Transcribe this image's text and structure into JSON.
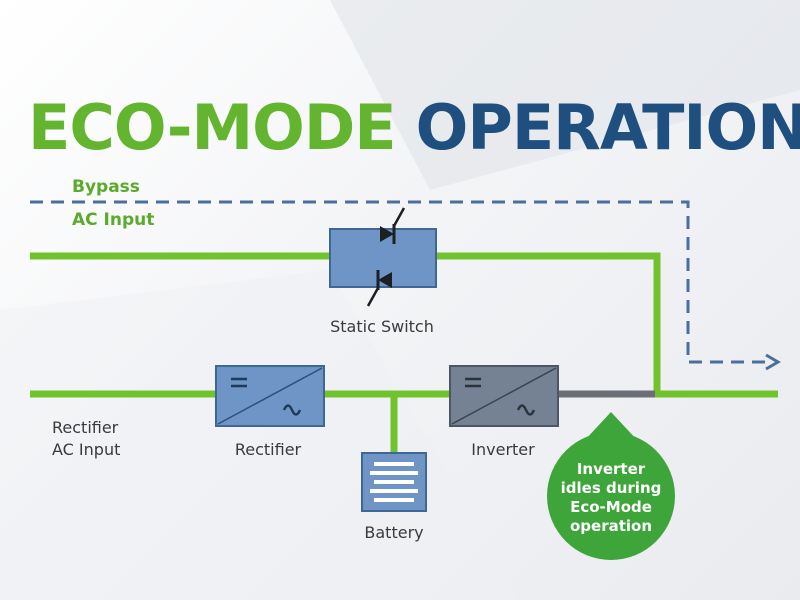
{
  "title": {
    "eco_mode": "ECO-MODE",
    "operation": "OPERATION"
  },
  "labels": {
    "bypass": "Bypass",
    "ac_input": "AC Input",
    "static_switch": "Static Switch",
    "rectifier_ac_input_line1": "Rectifier",
    "rectifier_ac_input_line2": "AC Input",
    "rectifier": "Rectifier",
    "inverter": "Inverter",
    "battery": "Battery"
  },
  "callout": {
    "line1": "Inverter",
    "line2": "idles during",
    "line3": "Eco-Mode",
    "line4": "operation"
  },
  "colors": {
    "eco_green": "#63b42f",
    "operation_blue": "#1f4f7e",
    "line_green": "#72c22e",
    "bypass_dash": "#4a6f9c",
    "box_blue": "#6e95c6",
    "box_gray": "#758294",
    "idle_gray": "#6b6f75",
    "callout_green": "#3ea53a",
    "label_green": "#5aaa2c",
    "label_dark": "#3a3a3a"
  }
}
